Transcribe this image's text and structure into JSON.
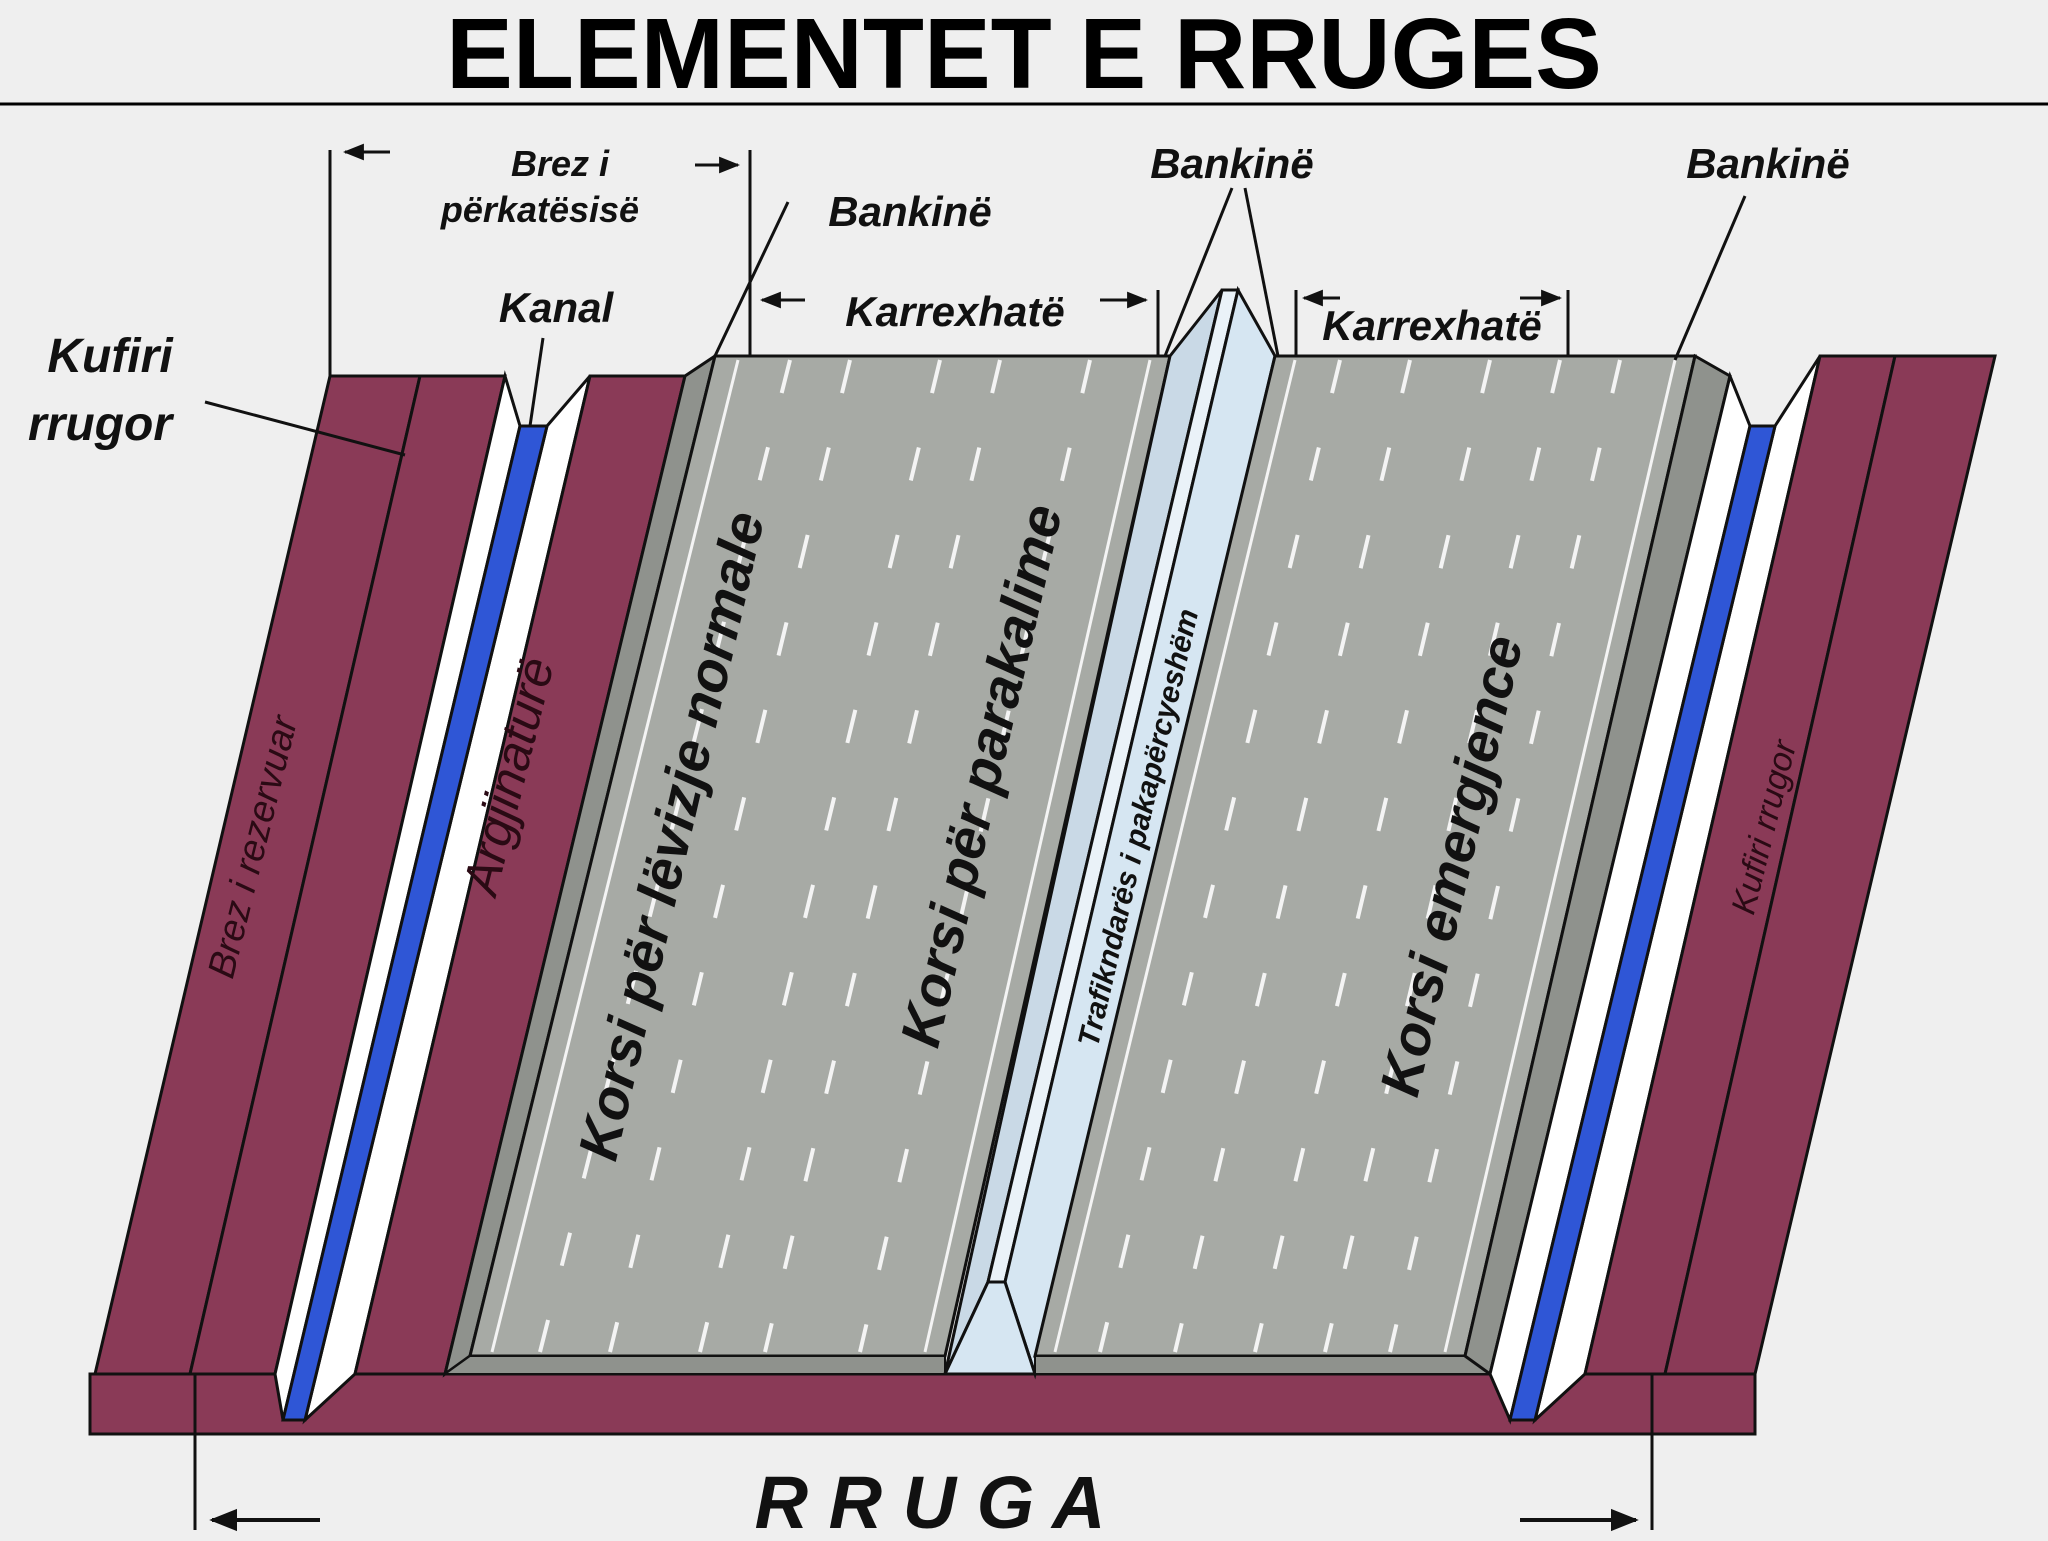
{
  "title": "ELEMENTET E RRUGES",
  "footer_label": "R R U G A",
  "top_labels": {
    "brez_perkatesise_line1": "Brez i",
    "brez_perkatesise_line2": "përkatësisë",
    "kanal": "Kanal",
    "kufiri_line1": "Kufiri",
    "kufiri_line2": "rrugor",
    "bankine_left": "Bankinë",
    "bankine_center": "Bankinë",
    "bankine_right": "Bankinë",
    "karrexhate_left": "Karrexhatë",
    "karrexhate_right": "Karrexhatë"
  },
  "lane_labels": {
    "korsi_normale": "Korsi për lëvizje normale",
    "korsi_parakalime": "Korsi për parakalime",
    "korsi_emergjence": "Korsi emergjence",
    "trafikndares": "Trafikndarës i pakapërcyeshëm"
  },
  "strip_labels": {
    "brez_rezervuar": "Brez i rezervuar",
    "argjinature": "Argjinaturë",
    "kufiri_rrugor_right": "Kufiri rrugor"
  },
  "colors": {
    "background": "#efefef",
    "maroon": "#8a3a57",
    "road": "#a7aaa5",
    "road_edge": "#8f928d",
    "channel": "#2f56d6",
    "divider": "#d6e6f2",
    "lane_mark": "#f4f4f4",
    "ink": "#111111"
  }
}
